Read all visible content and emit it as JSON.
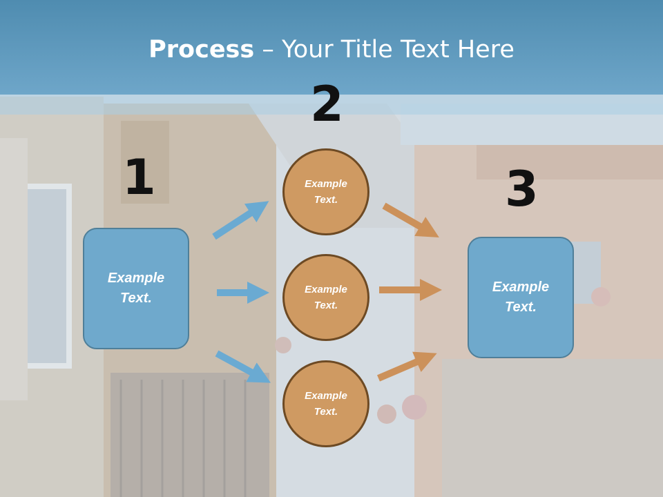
{
  "title": {
    "bold": "Process",
    "rest": " – Your Title Text Here"
  },
  "steps": {
    "one": "1",
    "two": "2",
    "three": "3"
  },
  "left_box": {
    "text": "Example Text."
  },
  "right_box": {
    "text": "Example Text."
  },
  "circles": [
    {
      "text": "Example Text."
    },
    {
      "text": "Example Text."
    },
    {
      "text": "Example Text."
    }
  ],
  "colors": {
    "title_bar": "#5a96bb",
    "box_fill": "#6fa9cc",
    "circle_fill": "#cf9a62",
    "arrow_blue": "#6aaad2",
    "arrow_orange": "#cc915a"
  }
}
